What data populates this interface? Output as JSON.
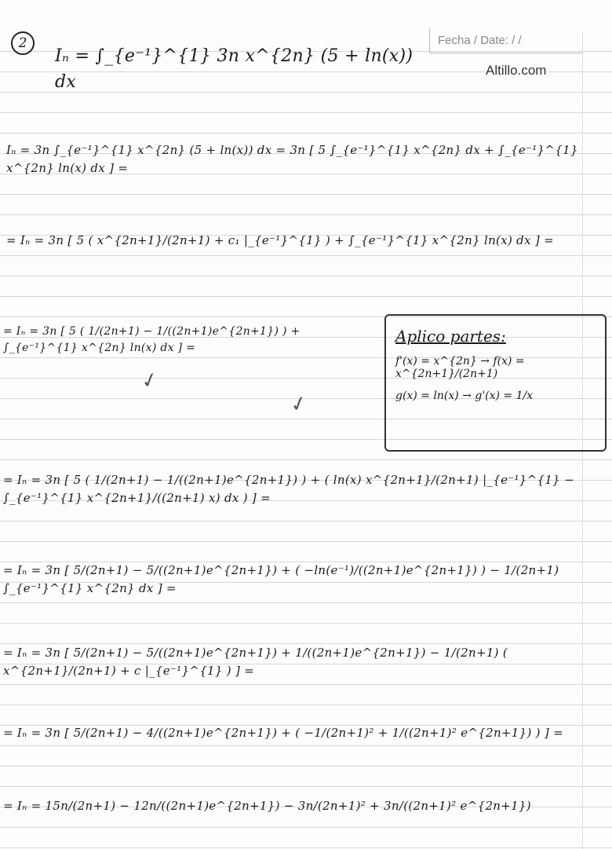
{
  "header": {
    "date_label": "Fecha / Date:   /   /",
    "brand": "Altillo.com"
  },
  "exercise_number": "2",
  "lines": [
    "Iₙ = ∫_{e⁻¹}^{1} 3n x^{2n} (5 + ln(x)) dx",
    "Iₙ = 3n ∫_{e⁻¹}^{1} x^{2n} (5 + ln(x)) dx = 3n [ 5 ∫_{e⁻¹}^{1} x^{2n} dx + ∫_{e⁻¹}^{1} x^{2n} ln(x) dx ] =",
    "= Iₙ = 3n [ 5 ( x^{2n+1}/(2n+1) + c₁ |_{e⁻¹}^{1} ) + ∫_{e⁻¹}^{1} x^{2n} ln(x) dx ] =",
    "= Iₙ = 3n [ 5 ( 1/(2n+1) − 1/((2n+1)e^{2n+1}) ) + ∫_{e⁻¹}^{1} x^{2n} ln(x) dx ] =",
    "= Iₙ = 3n [ 5 ( 1/(2n+1) − 1/((2n+1)e^{2n+1}) ) + ( ln(x) x^{2n+1}/(2n+1) |_{e⁻¹}^{1} − ∫_{e⁻¹}^{1} x^{2n+1}/((2n+1) x) dx ) ] =",
    "= Iₙ = 3n [ 5/(2n+1) − 5/((2n+1)e^{2n+1}) + ( −ln(e⁻¹)/((2n+1)e^{2n+1}) ) − 1/(2n+1) ∫_{e⁻¹}^{1} x^{2n} dx ] =",
    "= Iₙ = 3n [ 5/(2n+1) − 5/((2n+1)e^{2n+1}) + 1/((2n+1)e^{2n+1}) − 1/(2n+1) ( x^{2n+1}/(2n+1) + c |_{e⁻¹}^{1} ) ] =",
    "= Iₙ = 3n [ 5/(2n+1) − 4/((2n+1)e^{2n+1}) + ( −1/(2n+1)² + 1/((2n+1)² e^{2n+1}) ) ] =",
    "= Iₙ = 15n/(2n+1) − 12n/((2n+1)e^{2n+1}) − 3n/(2n+1)² + 3n/((2n+1)² e^{2n+1})"
  ],
  "parts_box": {
    "title": "Aplico partes:",
    "rows": [
      "f'(x) = x^{2n} → f(x) = x^{2n+1}/(2n+1)",
      "g(x) = ln(x) → g'(x) = 1/x"
    ]
  }
}
